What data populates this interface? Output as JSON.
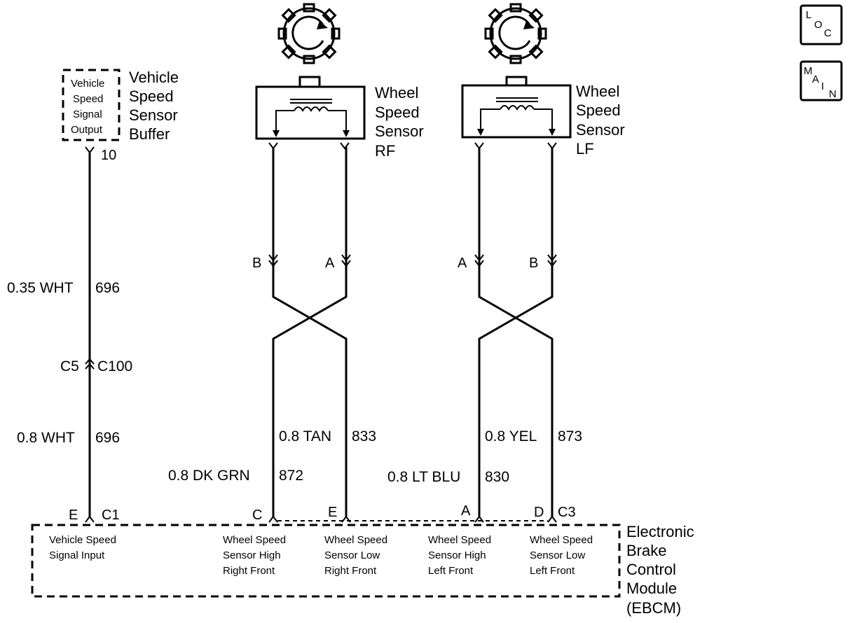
{
  "icons": {
    "loc": {
      "l1": "L",
      "l2": "O",
      "l3": "C"
    },
    "main": {
      "l1": "M",
      "l2": "A",
      "l3": "I",
      "l4": "N"
    }
  },
  "vss_buffer": {
    "title": [
      "Vehicle",
      "Speed",
      "Sensor",
      "Buffer"
    ],
    "box_lines": [
      "Vehicle",
      "Speed",
      "Signal",
      "Output"
    ],
    "pin": "10"
  },
  "rf_sensor": {
    "title": [
      "Wheel",
      "Speed",
      "Sensor",
      "RF"
    ],
    "pins": {
      "left": "B",
      "right": "A"
    }
  },
  "lf_sensor": {
    "title": [
      "Wheel",
      "Speed",
      "Sensor",
      "LF"
    ],
    "pins": {
      "left": "A",
      "right": "B"
    }
  },
  "wires": {
    "vss_upper": {
      "color": "0.35 WHT",
      "circuit": "696"
    },
    "vss_connector": {
      "left": "C5",
      "right": "C100"
    },
    "vss_lower": {
      "color": "0.8 WHT",
      "circuit": "696"
    },
    "rf_tan": {
      "color": "0.8 TAN",
      "circuit": "833"
    },
    "rf_dkgrn": {
      "color": "0.8  DK GRN",
      "circuit": "872"
    },
    "lf_yel": {
      "color": "0.8 YEL",
      "circuit": "873"
    },
    "lf_ltblu": {
      "color": "0.8 LT BLU",
      "circuit": "830"
    }
  },
  "ebcm": {
    "title": [
      "Electronic",
      "Brake",
      "Control",
      "Module",
      "(EBCM)"
    ],
    "pins": {
      "vss": "E",
      "c1": "C1",
      "rf_high": "C",
      "rf_low": "E",
      "lf_high": "A",
      "lf_low": "D",
      "c3": "C3"
    },
    "inputs": [
      [
        "Vehicle Speed",
        "Signal Input"
      ],
      [
        "Wheel Speed",
        "Sensor High",
        "Right Front"
      ],
      [
        "Wheel Speed",
        "Sensor Low",
        "Right Front"
      ],
      [
        "Wheel Speed",
        "Sensor High",
        "Left Front"
      ],
      [
        "Wheel Speed",
        "Sensor Low",
        "Left Front"
      ]
    ]
  }
}
